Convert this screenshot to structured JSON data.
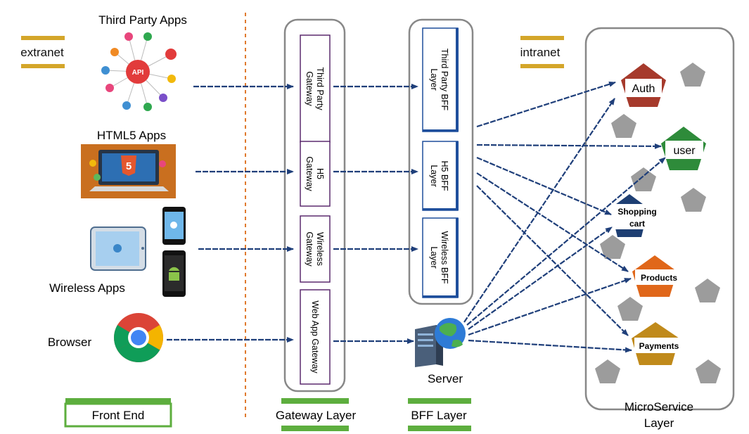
{
  "zones": {
    "extranet": "extranet",
    "intranet": "intranet"
  },
  "clients": {
    "third_party": "Third Party Apps",
    "html5": "HTML5 Apps",
    "wireless": "Wireless Apps",
    "browser": "Browser",
    "api_badge": "API",
    "html5_badge": "5"
  },
  "gateways": {
    "third_party": [
      "Third Party",
      "Gateway"
    ],
    "h5": [
      "H5",
      "Gateway"
    ],
    "wireless": [
      "Wireless",
      "Gateway"
    ],
    "webapp": [
      "Web App Gateway"
    ]
  },
  "bff": {
    "third_party": [
      "Third Party BFF",
      "Layer"
    ],
    "h5": [
      "H5 BFF",
      "Layer"
    ],
    "wireless": [
      "Wireless BFF",
      "Layer"
    ]
  },
  "server": {
    "label": "Server"
  },
  "services": {
    "auth": "Auth",
    "user": "user",
    "shopping": [
      "Shopping",
      "cart"
    ],
    "products": "Products",
    "payments": "Payments"
  },
  "layers": {
    "frontend": "Front End",
    "gateway": "Gateway Layer",
    "bff": "BFF Layer",
    "microservice": [
      "MicroService",
      "Layer"
    ]
  },
  "colors": {
    "arrow": "#1f3f7a",
    "auth": "#a63a2c",
    "user": "#2e8b3a",
    "shopping": "#1e3f73",
    "products": "#e0671a",
    "payments": "#c08a1b",
    "grey_pentagon": "#9c9c9c",
    "layer_tag": "#5dae3e",
    "zone_tag": "#d4a62a",
    "divider": "#e07a2e"
  }
}
